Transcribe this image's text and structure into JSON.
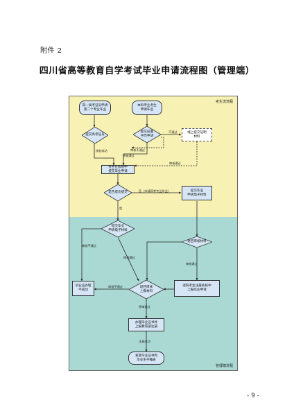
{
  "header": {
    "attachment": "附件 2",
    "title": "四川省高等教育自学考试毕业申请流程图（管理端）"
  },
  "zones": {
    "examinee": "考生流流程",
    "management": "管理端流程"
  },
  "nodes": {
    "apply_second": "同一高考证号申请\n第二个专业毕业",
    "undergrad": "本科专业考生\n申请毕业",
    "merge_check": "提交高考证号",
    "prev_degree": "提交前置\n学历申请",
    "upload_materials": "线上提交证明\n材料",
    "submit_application": "考生在系统中\n提交毕业申请",
    "exempt_check": "是否成功提交",
    "submit_materials": "提交毕业\n申请电子材料",
    "accept_check": "提交毕业\n申请电子材料",
    "review_materials": "退回审核材料",
    "graduate_fail": "毕业证办理\n不成功",
    "verify_check": "退回审核\n上报材料",
    "report_school": "退院考生注册系统中\n上报毕业申请",
    "issue_cert": "办理毕业证书并\n上报教育部注册",
    "final": "发放毕业证书和\n毕业生学籍表"
  },
  "edge_labels": {
    "merge_success": "核验成功",
    "not_passed_1": "不通过",
    "review_not_passed_a": "审核不通过",
    "review_passed_a": "审核通过",
    "review_passed_b": "审核通过",
    "no_apply": "否（申请停考专业毕业）",
    "yes": "是",
    "review_not_passed_b": "审核不通过",
    "review_passed_c": "审核通过",
    "review_not_passed_c": "审核不通过",
    "review_passed_d": "审核通过",
    "cert_passed": "停审通过",
    "register_success": "注册成功"
  },
  "footer": {
    "page_number": "- 9 -"
  }
}
